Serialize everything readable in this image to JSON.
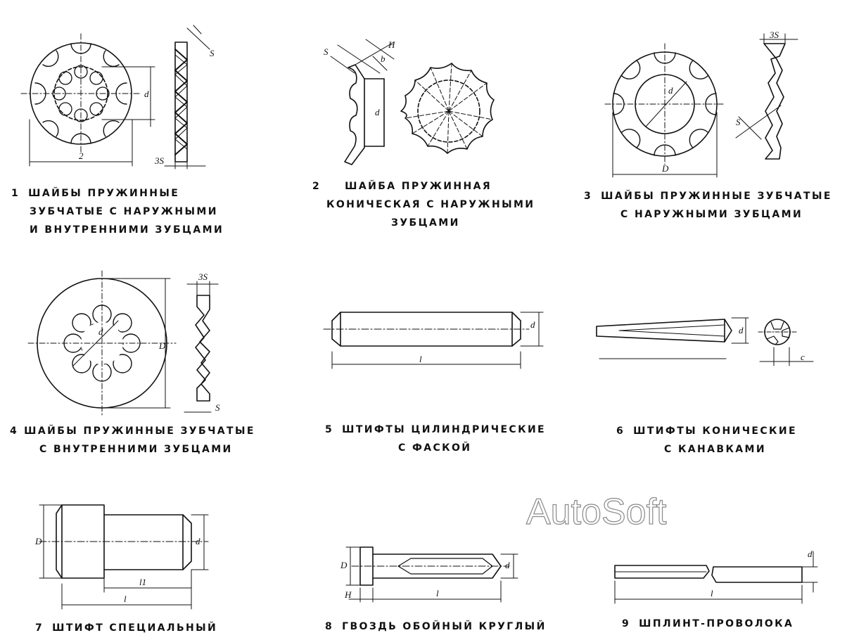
{
  "figures": [
    {
      "id": 1,
      "number": "1",
      "lines": [
        "ШАЙБЫ ПРУЖИННЫЕ",
        "ЗУБЧАТЫЕ С НАРУЖНЫМИ",
        "И ВНУТРЕННИМИ ЗУБЦАМИ"
      ],
      "labels": {
        "dim1": "d",
        "dim2": "2",
        "dim3": "S",
        "dim4": "3S"
      }
    },
    {
      "id": 2,
      "number": "2",
      "lines": [
        "ШАЙБА ПРУЖИННАЯ",
        "КОНИЧЕСКАЯ С НАРУЖНЫМИ",
        "ЗУБЦАМИ"
      ],
      "labels": {
        "dim1": "S",
        "dim2": "H",
        "dim3": "b",
        "dim4": "d"
      }
    },
    {
      "id": 3,
      "number": "3",
      "lines": [
        "ШАЙБЫ ПРУЖИННЫЕ ЗУБЧАТЫЕ",
        "С НАРУЖНЫМИ ЗУБЦАМИ"
      ],
      "labels": {
        "dim1": "3S",
        "dim2": "d",
        "dim3": "D",
        "dim4": "S"
      }
    },
    {
      "id": 4,
      "number": "4",
      "lines": [
        "ШАЙБЫ ПРУЖИННЫЕ ЗУБЧАТЫЕ",
        "С ВНУТРЕННИМИ ЗУБЦАМИ"
      ],
      "labels": {
        "dim1": "3S",
        "dim2": "d",
        "dim3": "D",
        "dim4": "S"
      }
    },
    {
      "id": 5,
      "number": "5",
      "lines": [
        "ШТИФТЫ ЦИЛИНДРИЧЕСКИЕ",
        "С ФАСКОЙ"
      ],
      "labels": {
        "dim1": "d",
        "dim2": "l"
      }
    },
    {
      "id": 6,
      "number": "6",
      "lines": [
        "ШТИФТЫ КОНИЧЕСКИЕ",
        "С КАНАВКАМИ"
      ],
      "labels": {
        "dim1": "d",
        "dim2": "c"
      }
    },
    {
      "id": 7,
      "number": "7",
      "lines": [
        "ШТИФТ СПЕЦИАЛЬНЫЙ"
      ],
      "labels": {
        "dim1": "D",
        "dim2": "d",
        "dim3": "l1",
        "dim4": "l"
      }
    },
    {
      "id": 8,
      "number": "8",
      "lines": [
        "ГВОЗДЬ ОБОЙНЫЙ КРУГЛЫЙ"
      ],
      "labels": {
        "dim1": "D",
        "dim2": "d",
        "dim3": "H",
        "dim4": "l"
      }
    },
    {
      "id": 9,
      "number": "9",
      "lines": [
        "ШПЛИНТ-ПРОВОЛОКА"
      ],
      "labels": {
        "dim1": "d",
        "dim2": "l"
      }
    }
  ],
  "watermark": "AutoSoft",
  "colors": {
    "ink": "#111111",
    "watermark_outline": "#8a8a8a"
  }
}
